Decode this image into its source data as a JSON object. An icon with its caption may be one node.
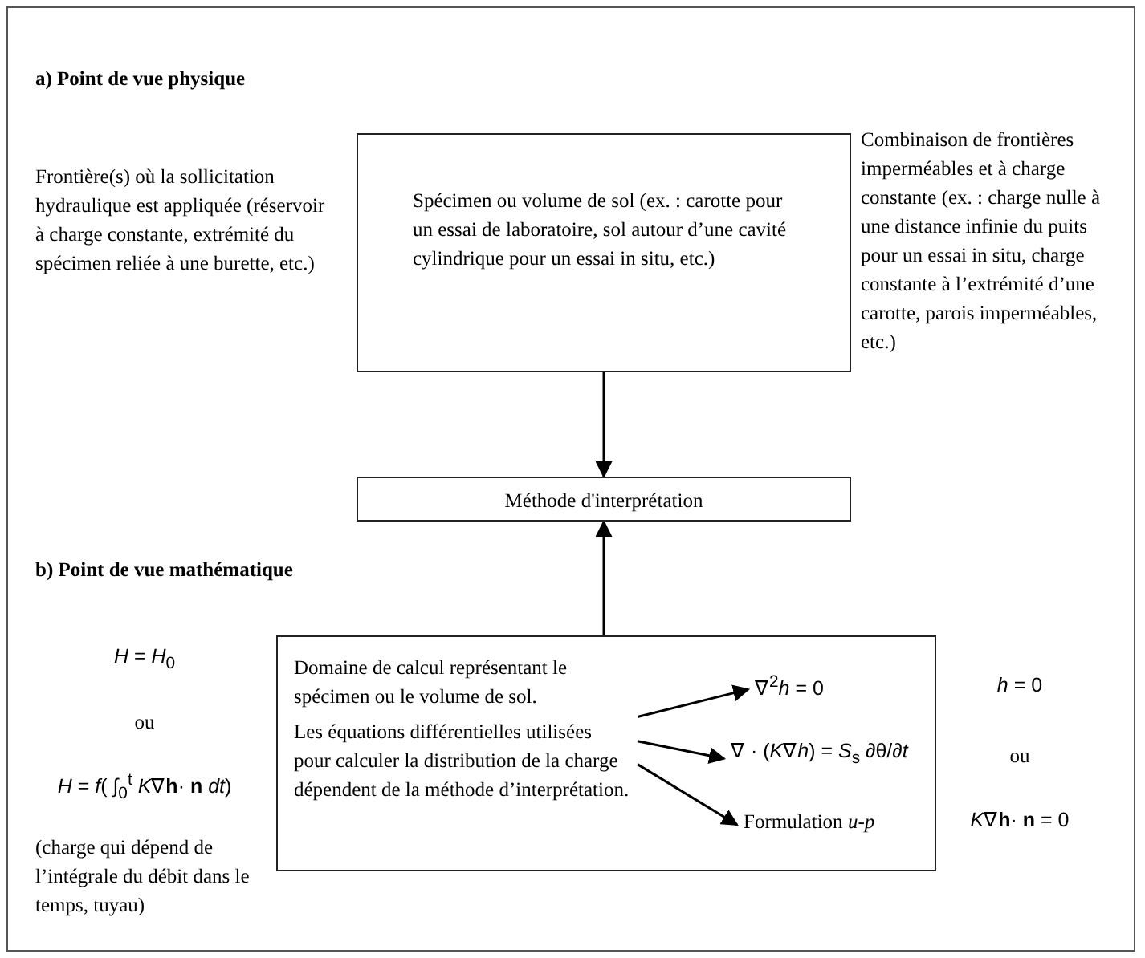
{
  "diagram": {
    "nodes": [
      {
        "text": [
          "Spécimen ou volume de sol (ex. : carotte pour un essai de laboratoire, sol autour d’une cavité cylindrique pour un essai in situ, etc.)"
        ]
      },
      {
        "text": [
          "Méthode d'interprétation"
        ]
      },
      {
        "text": [],
        "shape": "box"
      },
      {
        "text": [
          "Domaine de calcul représentant le spécimen ou le volume de sol.",
          "Les équations différentielles utilisées pour calculer la distribution de la charge dépendent de la méthode d’interprétation."
        ],
        "in": 2
      },
      {
        "text": [
          "∇$^{2}$*h* = 0"
        ],
        "in": 2
      },
      {
        "text": [
          "∇ · (*K*∇*h*) = *S*$_{s}$ ∂θ/∂*t*"
        ],
        "in": 2
      },
      {
        "text": [
          "Formulation *u-p*"
        ],
        "in": 2
      }
    ],
    "edges": [
      {
        "from": 0,
        "to": 1,
        "arrow": "to"
      },
      {
        "from": 2,
        "to": 1,
        "arrow": "to"
      },
      {
        "from": 3,
        "to": 4,
        "arrow": "to"
      },
      {
        "from": 3,
        "to": 5,
        "arrow": "to"
      },
      {
        "from": 3,
        "to": 6,
        "arrow": "to"
      }
    ],
    "labels": [
      "a) Point de vue physique",
      "Frontière(s) où la sollicitation hydraulique est appliquée (réservoir à charge constante, extrémité du spécimen reliée à une burette, etc.)",
      "Combinaison de frontières imperméables et à charge constante (ex. : charge nulle à une distance infinie du puits pour un essai in situ, charge constante à l’extrémité d’une carotte, parois imperméables, etc.)",
      "b) Point de vue mathématique",
      "*H* = *H*$_{0}$",
      "ou",
      "*H* = *f*( ∫$_{0}$$^{t}$ *K*∇**h**· **n** *dt*)",
      "(charge qui dépend de l’intégrale du débit dans le temps, tuyau)",
      "*h* = 0",
      "ou",
      "*K*∇**h**· **n** = 0"
    ]
  }
}
